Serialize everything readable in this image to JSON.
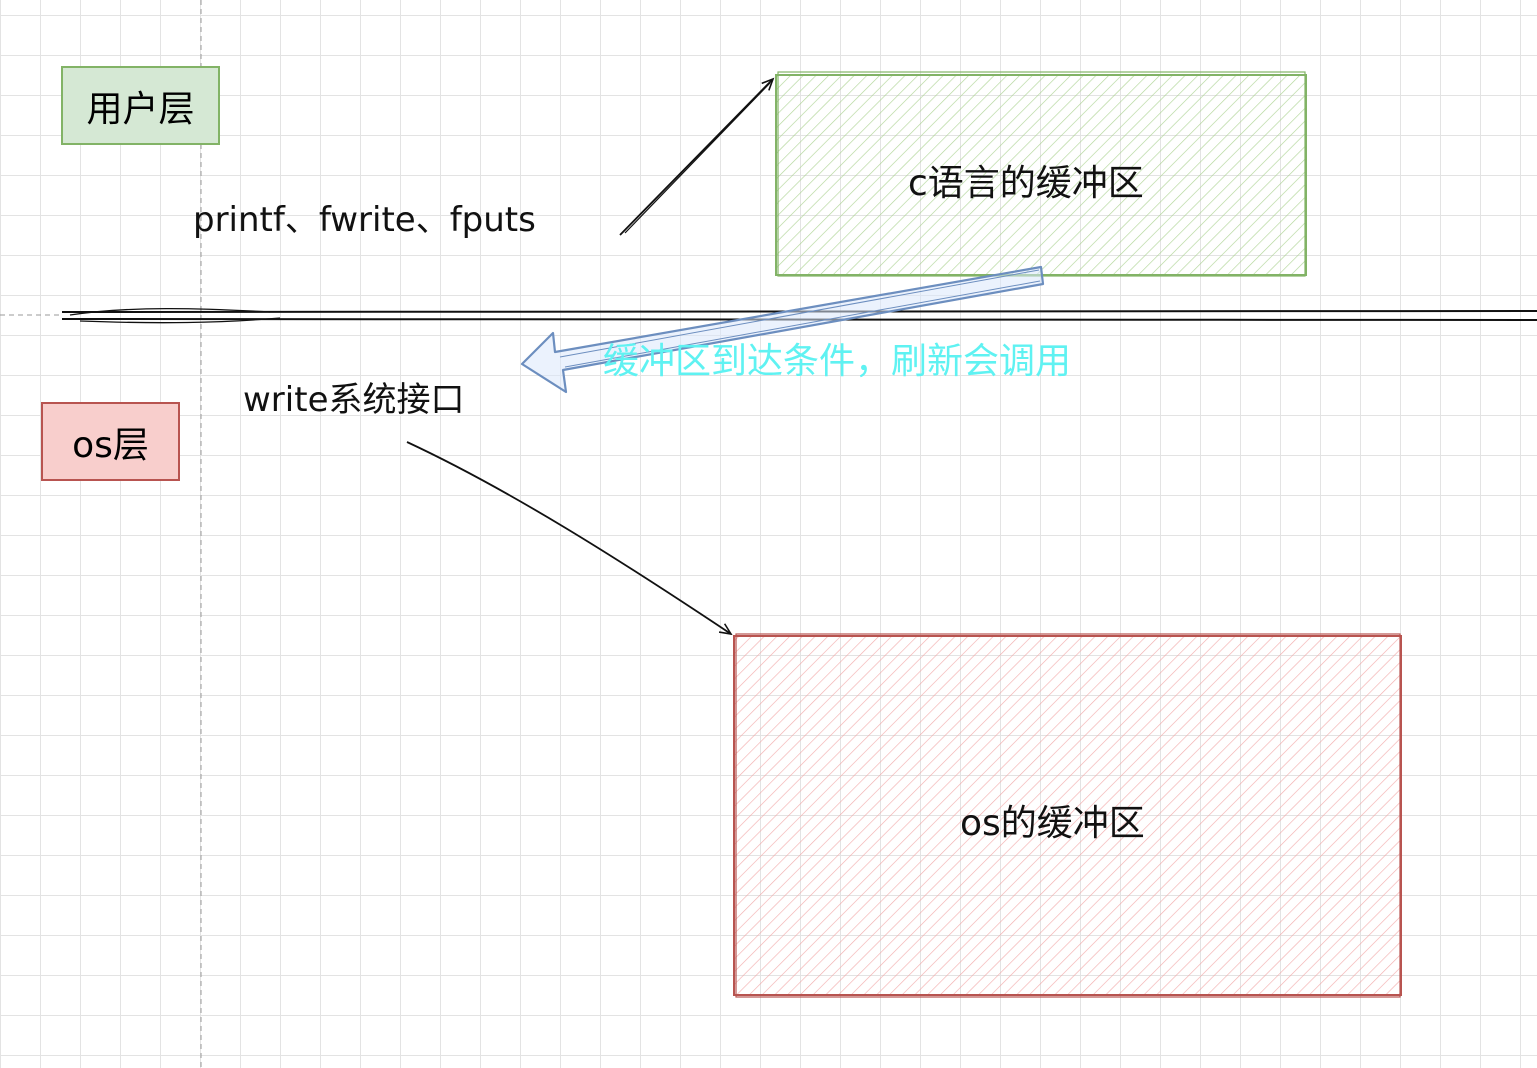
{
  "labels": {
    "user_layer": "用户层",
    "os_layer": "os层",
    "functions": "printf、fwrite、fputs",
    "write_interface": "write系统接口",
    "flush_note": "缓冲区到达条件，刷新会调用",
    "c_buffer": "c语言的缓冲区",
    "os_buffer": "os的缓冲区"
  },
  "colors": {
    "user_fill": "#d5e8d4",
    "user_stroke": "#82b366",
    "os_fill": "#f8cecc",
    "os_stroke": "#b85450",
    "flush_arrow": "#6c8ebf",
    "flush_text": "#5ff2f2"
  }
}
